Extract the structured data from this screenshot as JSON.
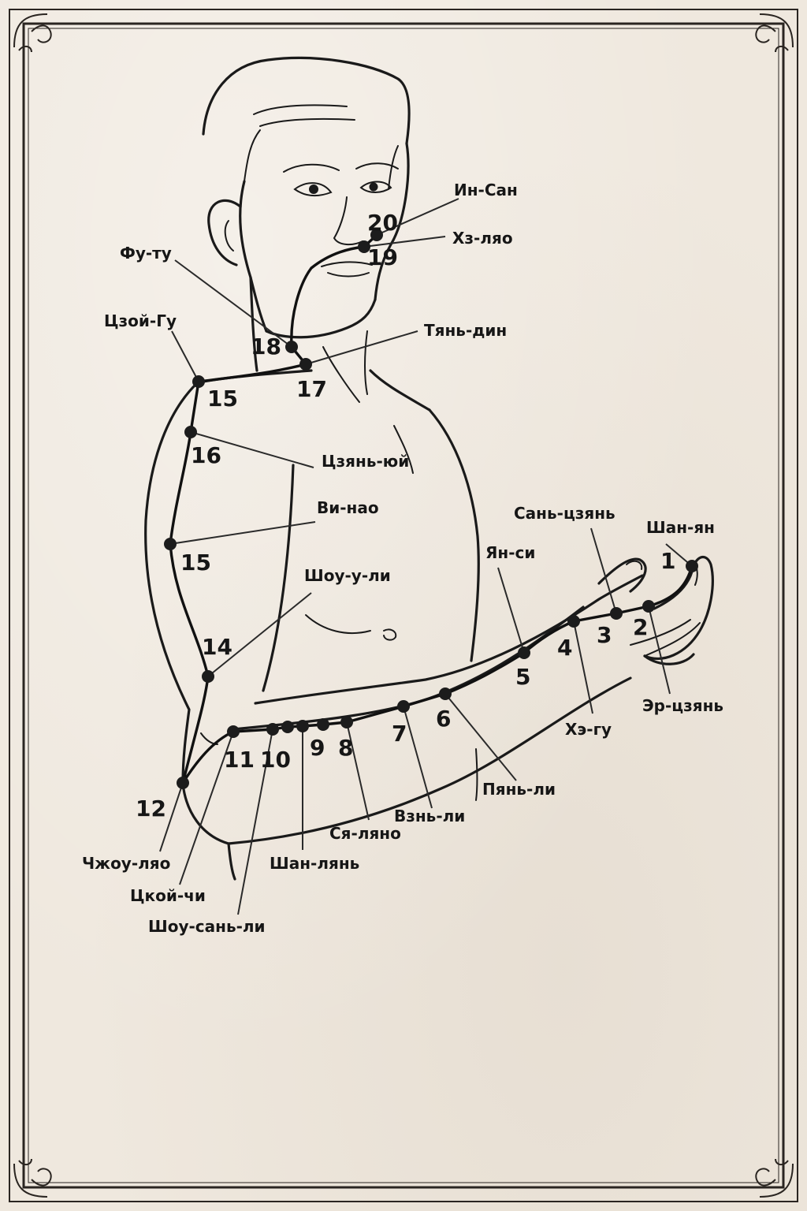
{
  "points": [
    {
      "num": "1",
      "name": "Шан-ян"
    },
    {
      "num": "2",
      "name": "Эр-цзянь"
    },
    {
      "num": "3",
      "name": "Сань-цзянь"
    },
    {
      "num": "4",
      "name": "Хэ-гу"
    },
    {
      "num": "5",
      "name": "Ян-си"
    },
    {
      "num": "6",
      "name": "Пянь-ли"
    },
    {
      "num": "7",
      "name": "Взнь-ли"
    },
    {
      "num": "8",
      "name": "Ся-ляно"
    },
    {
      "num": "9",
      "name": "Шан-лянь"
    },
    {
      "num": "10",
      "name": "Шоу-сань-ли"
    },
    {
      "num": "11",
      "name": "Цкой-чи"
    },
    {
      "num": "12",
      "name": "Чжоу-ляо"
    },
    {
      "num": "14",
      "name": "Шоу-у-ли"
    },
    {
      "num": "15",
      "name": "Ви-нао"
    },
    {
      "num": "16",
      "name": "Цзянь-юй"
    },
    {
      "num": "15",
      "name": "Цзой-Гу"
    },
    {
      "num": "17",
      "name": "Тянь-дин"
    },
    {
      "num": "18",
      "name": "Фу-ту"
    },
    {
      "num": "19",
      "name": "Хз-ляо"
    },
    {
      "num": "20",
      "name": "Ин-Сан"
    }
  ],
  "colors": {
    "ink": "#1a1a1a",
    "paper": "#efe8de"
  }
}
